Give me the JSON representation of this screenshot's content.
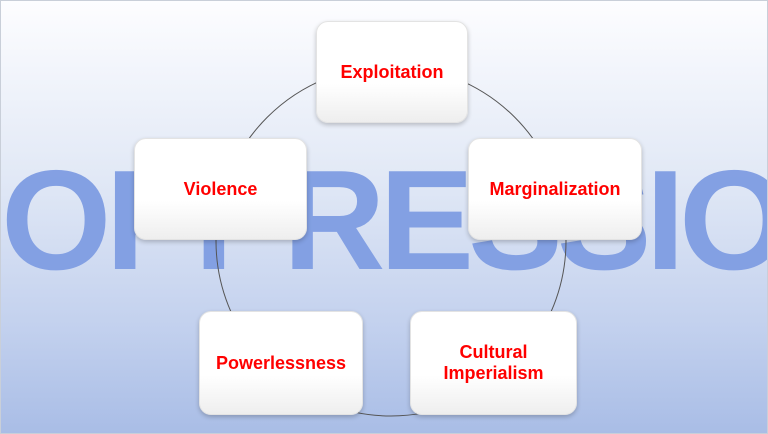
{
  "watermark": {
    "text": "OPPRESSION"
  },
  "cycle": {
    "nodes": [
      {
        "label": "Exploitation"
      },
      {
        "label": "Marginalization"
      },
      {
        "label": "Cultural Imperialism"
      },
      {
        "label": "Powerlessness"
      },
      {
        "label": "Violence"
      }
    ]
  },
  "colors": {
    "label": "#ff0000",
    "watermark": "#7f9de3",
    "ring": "#555555"
  }
}
